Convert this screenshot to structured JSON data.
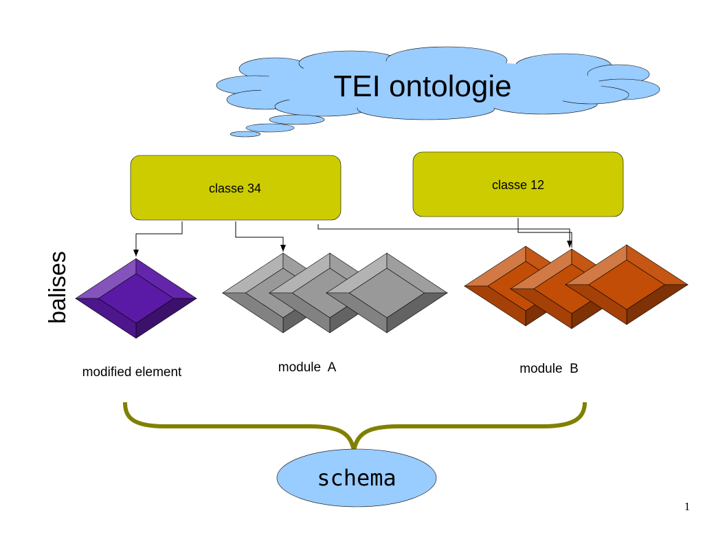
{
  "title": "TEI ontologie",
  "classes": [
    {
      "label": "classe 34"
    },
    {
      "label": "classe 12"
    }
  ],
  "side_label": "balises",
  "group_labels": {
    "modified": "modified element",
    "module_a": "module  A",
    "module_b": "module  B"
  },
  "schema_label": "schema",
  "page_number": "1",
  "colors": {
    "cloud": "#99ccff",
    "class_box": "#cccc00",
    "modified": "#5b1aa6",
    "module_a": "#999999",
    "module_b": "#c24d07",
    "brace": "#808000",
    "schema": "#99ccff"
  }
}
